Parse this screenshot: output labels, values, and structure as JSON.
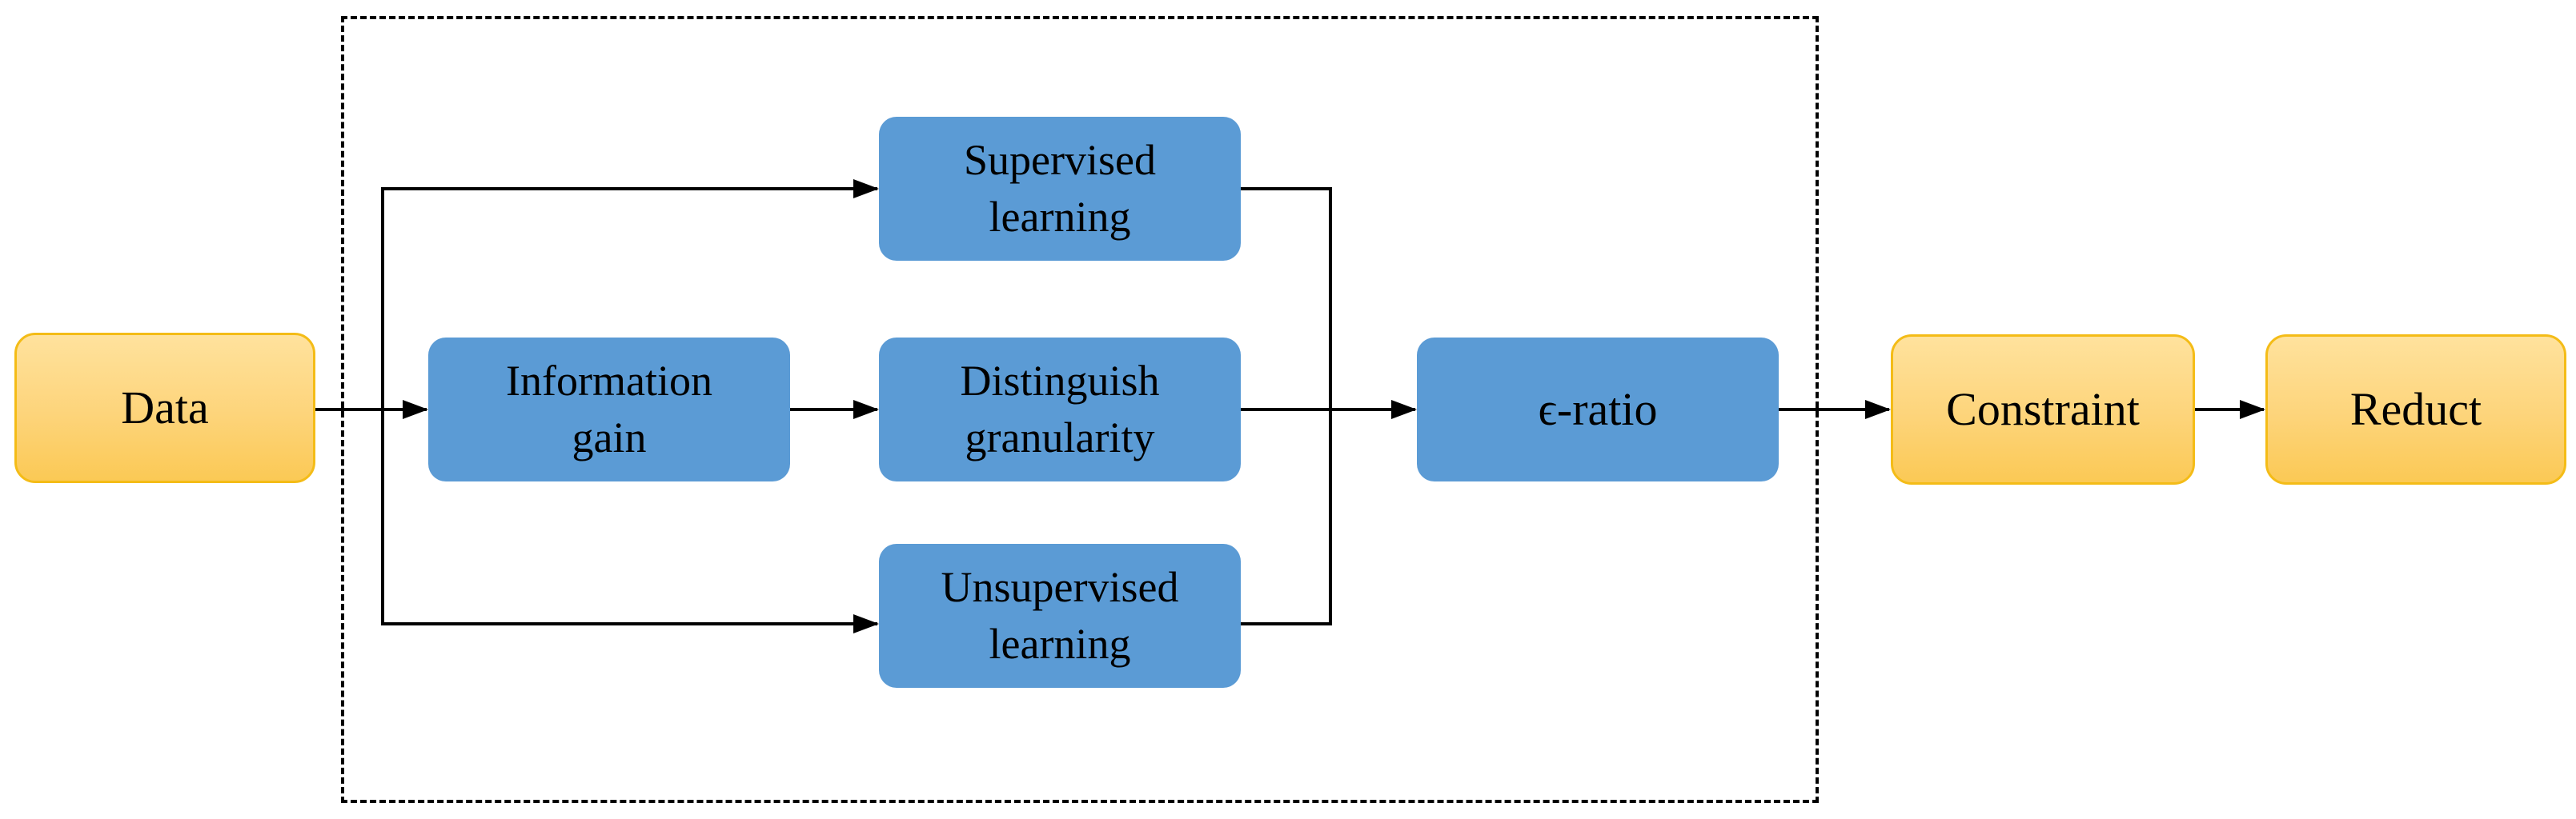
{
  "diagram": {
    "nodes": {
      "data": "Data",
      "information_gain": "Information\ngain",
      "supervised_learning": "Supervised\nlearning",
      "distinguish_granularity": "Distinguish\ngranularity",
      "unsupervised_learning": "Unsupervised\nlearning",
      "epsilon_ratio": "ϵ-ratio",
      "constraint": "Constraint",
      "reduct": "Reduct"
    },
    "colors": {
      "process_fill": "#5b9bd5",
      "io_fill": "#fdd47a",
      "io_border": "#f4bc17",
      "arrow": "#000000"
    },
    "edges": [
      {
        "from": "Data",
        "to": "Information gain"
      },
      {
        "from": "Data",
        "to": "Supervised learning"
      },
      {
        "from": "Data",
        "to": "Unsupervised learning"
      },
      {
        "from": "Information gain",
        "to": "Distinguish granularity"
      },
      {
        "from": "Supervised learning",
        "to": "ϵ-ratio"
      },
      {
        "from": "Distinguish granularity",
        "to": "ϵ-ratio"
      },
      {
        "from": "Unsupervised learning",
        "to": "ϵ-ratio"
      },
      {
        "from": "ϵ-ratio",
        "to": "Constraint"
      },
      {
        "from": "Constraint",
        "to": "Reduct"
      }
    ]
  }
}
